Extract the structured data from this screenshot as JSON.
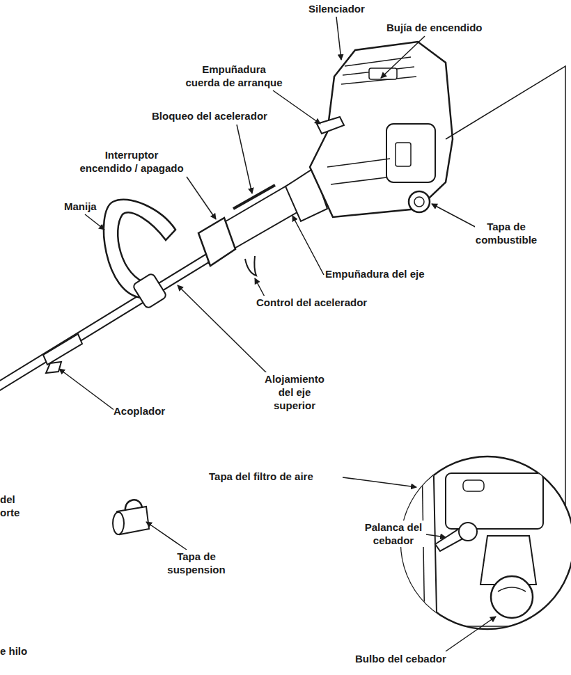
{
  "diagram": {
    "labels": [
      "Silenciador",
      "Bujía de encendido",
      "Empuñadura cuerda de arranque",
      "Bloqueo del acelerador",
      "Interruptor encendido / apagado",
      "Manija",
      "Tapa de combustible",
      "Empuñadura del eje",
      "Control del acelerador",
      "Alojamiento del eje superior",
      "Acoplador",
      "Tapa del filtro de aire",
      "del orte",
      "Palanca del cebador",
      "Tapa de suspension",
      "e hilo",
      "Bulbo del cebador"
    ]
  }
}
